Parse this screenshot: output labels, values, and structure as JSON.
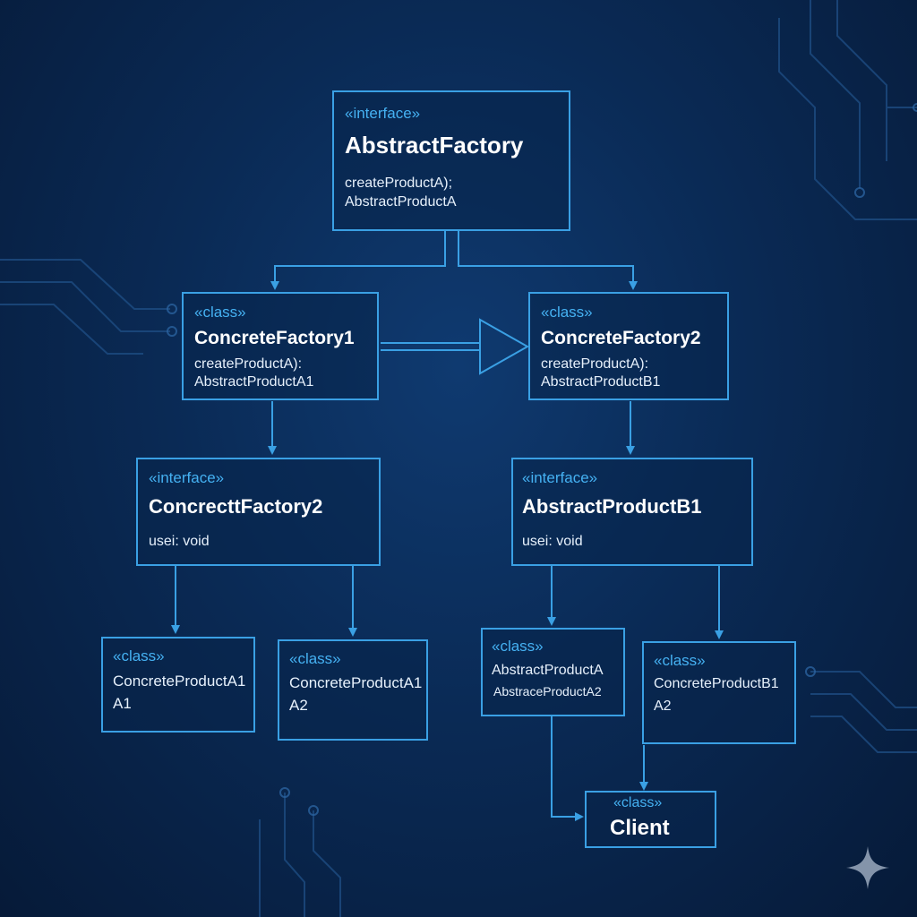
{
  "diagram": {
    "abstract_factory": {
      "stereotype": "«interface»",
      "name": "AbstractFactory",
      "lines": [
        "createProductA);",
        "AbstractProductA"
      ]
    },
    "concrete_factory_1": {
      "stereotype": "«class»",
      "name": "ConcreteFactory1",
      "lines": [
        "createProductA):",
        "AbstractProductA1"
      ]
    },
    "concrete_factory_2": {
      "stereotype": "«class»",
      "name": "ConcreteFactory2",
      "lines": [
        "createProductA):",
        "AbstractProductB1"
      ]
    },
    "concrect_factory_2_interface": {
      "stereotype": "«interface»",
      "name": "ConcrecttFactory2",
      "lines": [
        "usei: void"
      ]
    },
    "abstract_product_b1": {
      "stereotype": "«interface»",
      "name": "AbstractProductB1",
      "lines": [
        "usei: void"
      ]
    },
    "concrete_product_a1": {
      "stereotype": "«class»",
      "lines": [
        "ConcreteProductA1",
        "A1"
      ]
    },
    "concrete_product_a2": {
      "stereotype": "«class»",
      "lines": [
        "ConcreteProductA1",
        "A2"
      ]
    },
    "abstract_product_a": {
      "stereotype": "«class»",
      "lines": [
        "AbstractProductA",
        "AbstraceProductA2"
      ]
    },
    "concrete_product_b1": {
      "stereotype": "«class»",
      "lines": [
        "ConcreteProductB1",
        "A2"
      ]
    },
    "client": {
      "stereotype": "«class»",
      "name": "Client"
    }
  },
  "colors": {
    "background": "#0a2a55",
    "box_border": "#3aa0e4",
    "stereotype": "#45b1f2",
    "text": "#ffffff",
    "circuit": "#1f4f86"
  }
}
